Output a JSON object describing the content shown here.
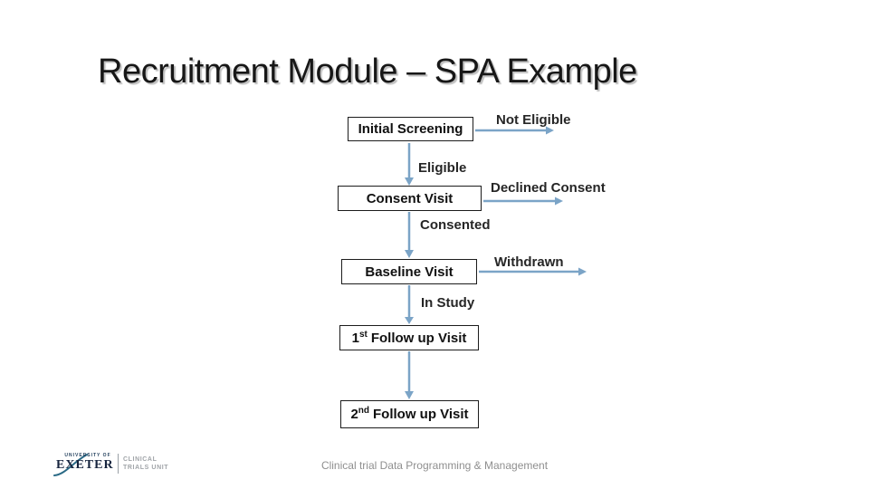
{
  "slide": {
    "title": "Recruitment Module – SPA Example",
    "footer": "Clinical trial Data Programming & Management",
    "background_color": "#ffffff",
    "title_color": "#171717"
  },
  "flowchart": {
    "arrow_color": "#7BA4C7",
    "box_border_color": "#1c1c1c",
    "boxes": [
      {
        "label": "Initial Screening"
      },
      {
        "label": "Consent Visit"
      },
      {
        "label": "Baseline Visit"
      },
      {
        "num": "1",
        "ord": "st",
        "label": "Follow up Visit"
      },
      {
        "num": "2",
        "ord": "nd",
        "label": "Follow up Visit"
      }
    ],
    "transition_labels": [
      {
        "label": "Eligible"
      },
      {
        "label": "Consented"
      },
      {
        "label": "In Study"
      }
    ],
    "exit_labels": [
      {
        "label": "Not Eligible"
      },
      {
        "label": "Declined Consent"
      },
      {
        "label": "Withdrawn"
      }
    ]
  },
  "logo": {
    "university": "UNIVERSITY OF",
    "name": "EXETER",
    "unit_line1": "CLINICAL",
    "unit_line2": "TRIALS UNIT"
  }
}
